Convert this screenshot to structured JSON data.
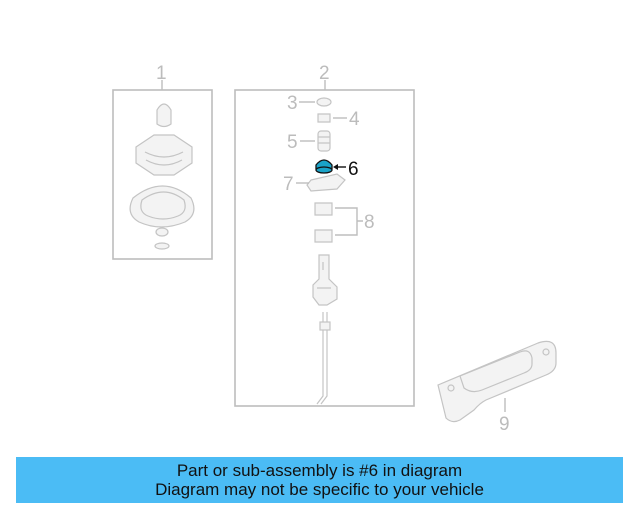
{
  "diagram": {
    "callouts": [
      "1",
      "2",
      "3",
      "4",
      "5",
      "6",
      "7",
      "8",
      "9"
    ],
    "highlighted_callout": "6",
    "colors": {
      "line_art": "#c4c4c4",
      "highlight_part": "#1aa3c8",
      "highlight_text": "#111111",
      "banner_background": "#4bbcf5"
    }
  },
  "banner": {
    "line1": "Part or sub-assembly is #6 in diagram",
    "line2": "Diagram may not be specific to your vehicle"
  }
}
